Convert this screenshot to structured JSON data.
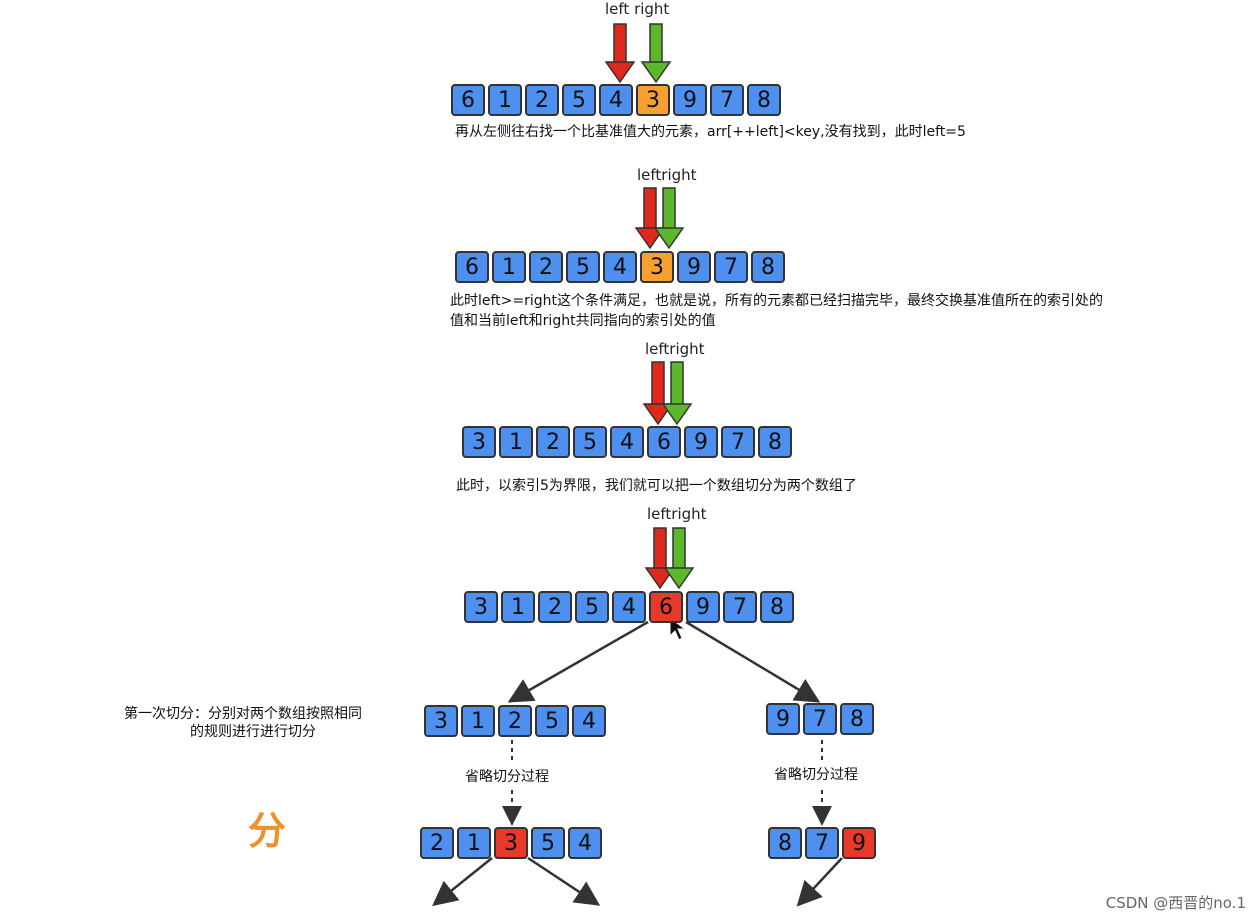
{
  "steps": [
    {
      "label": "left right",
      "values": [
        "6",
        "1",
        "2",
        "5",
        "4",
        "3",
        "9",
        "7",
        "8"
      ],
      "highlight": [
        5
      ],
      "caption": "再从左侧往右找一个比基准值大的元素，arr[++left]<key,没有找到，此时left=5"
    },
    {
      "label": "leftright",
      "values": [
        "6",
        "1",
        "2",
        "5",
        "4",
        "3",
        "9",
        "7",
        "8"
      ],
      "highlight": [
        5
      ],
      "caption_line1": "此时left>=right这个条件满足，也就是说，所有的元素都已经扫描完毕，最终交换基准值所在的索引处的",
      "caption_line2": "值和当前left和right共同指向的索引处的值"
    },
    {
      "label": "leftright",
      "values": [
        "3",
        "1",
        "2",
        "5",
        "4",
        "6",
        "9",
        "7",
        "8"
      ],
      "caption": "此时，以索引5为界限，我们就可以把一个数组切分为两个数组了"
    },
    {
      "label": "leftright",
      "values": [
        "3",
        "1",
        "2",
        "5",
        "4",
        "6",
        "9",
        "7",
        "8"
      ],
      "highlight": [
        5
      ]
    }
  ],
  "split": {
    "note_line1": "第一次切分：分别对两个数组按照相同",
    "note_line2": "的规则进行进行切分",
    "left_values": [
      "3",
      "1",
      "2",
      "5",
      "4"
    ],
    "right_values": [
      "9",
      "7",
      "8"
    ],
    "omit_left": "省略切分过程",
    "omit_right": "省略切分过程",
    "left_result": [
      "2",
      "1",
      "3",
      "5",
      "4"
    ],
    "right_result": [
      "8",
      "7",
      "9"
    ],
    "big_char": "分"
  },
  "watermark": "CSDN @西晋的no.1",
  "colors": {
    "cell": "#4d90f0",
    "pivot": "#f5a030",
    "split": "#e8392b",
    "left_arrow": "#e0281c",
    "right_arrow": "#5ab82a"
  }
}
